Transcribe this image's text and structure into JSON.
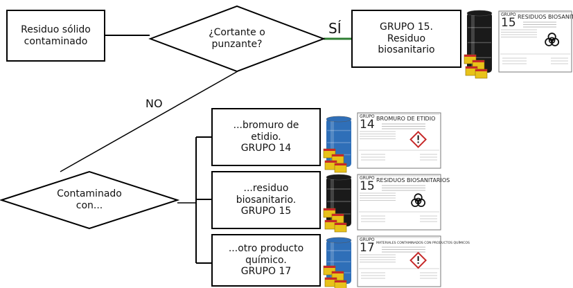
{
  "start_node": {
    "text": "Residuo sólido\ncontaminado"
  },
  "decision_sharp": {
    "text": "¿Cortante o\npunzante?"
  },
  "yes_label": "SÍ",
  "no_label": "NO",
  "group15_top": {
    "text": "GRUPO 15.\nResiduo\nbiosanitario"
  },
  "decision_contaminated": {
    "text": "Contaminado\ncon..."
  },
  "branches": [
    {
      "text": "...bromuro de\netidio.\nGRUPO 14"
    },
    {
      "text": "...residuo\nbiosanitario.\nGRUPO 15"
    },
    {
      "text": "...otro producto\nquímico.\nGRUPO 17"
    }
  ],
  "labels": {
    "g15_top": {
      "grupo": "GRUPO",
      "number": "15",
      "title": "RESIDUOS BIOSANITARIOS"
    },
    "g14": {
      "grupo": "GRUPO",
      "number": "14",
      "title": "BROMURO DE ETIDIO"
    },
    "g15": {
      "grupo": "GRUPO",
      "number": "15",
      "title": "RESIDUOS BIOSANITARIOS"
    },
    "g17": {
      "grupo": "GRUPO",
      "number": "17",
      "title": "MATERIALES CONTAMINADOS CON PRODUCTOS QUÍMICOS"
    }
  },
  "colors": {
    "yes_line": "#2e7d32",
    "drum_black": "#1a1a1a",
    "drum_blue": "#2f6fb8",
    "sharps_box": "#e8c21a",
    "sharps_red": "#c62828"
  }
}
